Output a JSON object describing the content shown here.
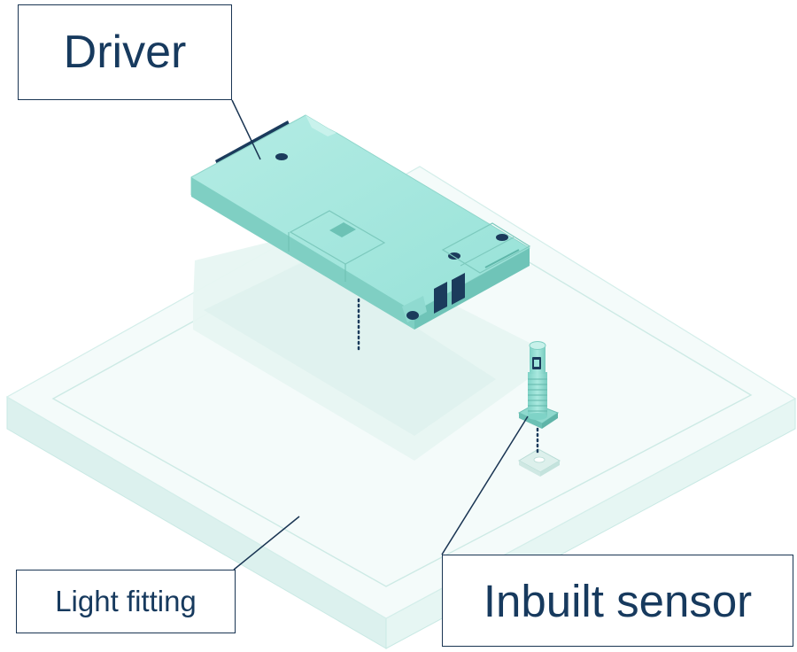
{
  "labels": {
    "driver": "Driver",
    "light_fitting": "Light fitting",
    "inbuilt_sensor": "Inbuilt sensor"
  },
  "colors": {
    "label_text": "#173a5e",
    "label_border": "#1a3553",
    "panel_top": "#f4fbfa",
    "panel_side": "#dcf1ee",
    "driver_body": "#9fe6dc",
    "driver_dark": "#1b3b5c",
    "leader_line": "#1a3553"
  },
  "icons": {
    "driver": "driver-module-icon",
    "sensor": "inbuilt-sensor-icon",
    "panel": "light-fitting-panel"
  }
}
